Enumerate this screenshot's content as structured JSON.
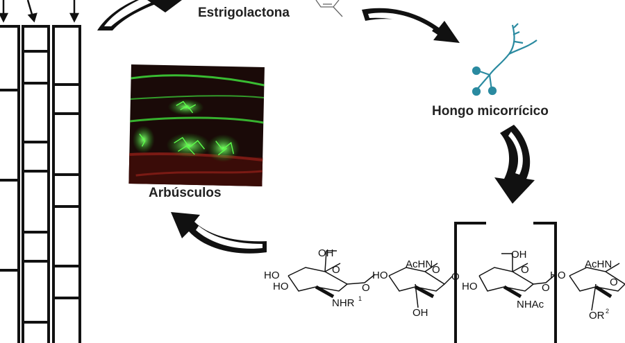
{
  "labels": {
    "strigolactone": "Estrigolactona",
    "fungus": "Hongo micorrícico",
    "arbuscules": "Arbúsculos"
  },
  "chem": {
    "oh_top_1": "OH",
    "oh_top_2": "OH",
    "acetamide_1": "AcHN",
    "acetamide_2": "AcHN",
    "ho_1": "HO",
    "ho_2": "HO",
    "ho_3": "HO",
    "ho_4": "HO",
    "ho_5": "HO",
    "o_link_1": "O",
    "o_link_2": "O",
    "o_link_3": "O",
    "o_ring_1": "O",
    "o_ring_2": "O",
    "o_ring_3": "O",
    "o_ring_4": "O",
    "nhr_main": "NHR",
    "nhr_sup": "1",
    "oh_bottom": "OH",
    "nhac": "NHAc",
    "or_main": "OR",
    "or_sup": "2"
  },
  "colors": {
    "arrow": "#111111",
    "fungus": "#2a8aa0",
    "micro_bg": "#1a0a08",
    "micro_green": "#3fdc3a",
    "micro_red": "#7a1a14"
  }
}
